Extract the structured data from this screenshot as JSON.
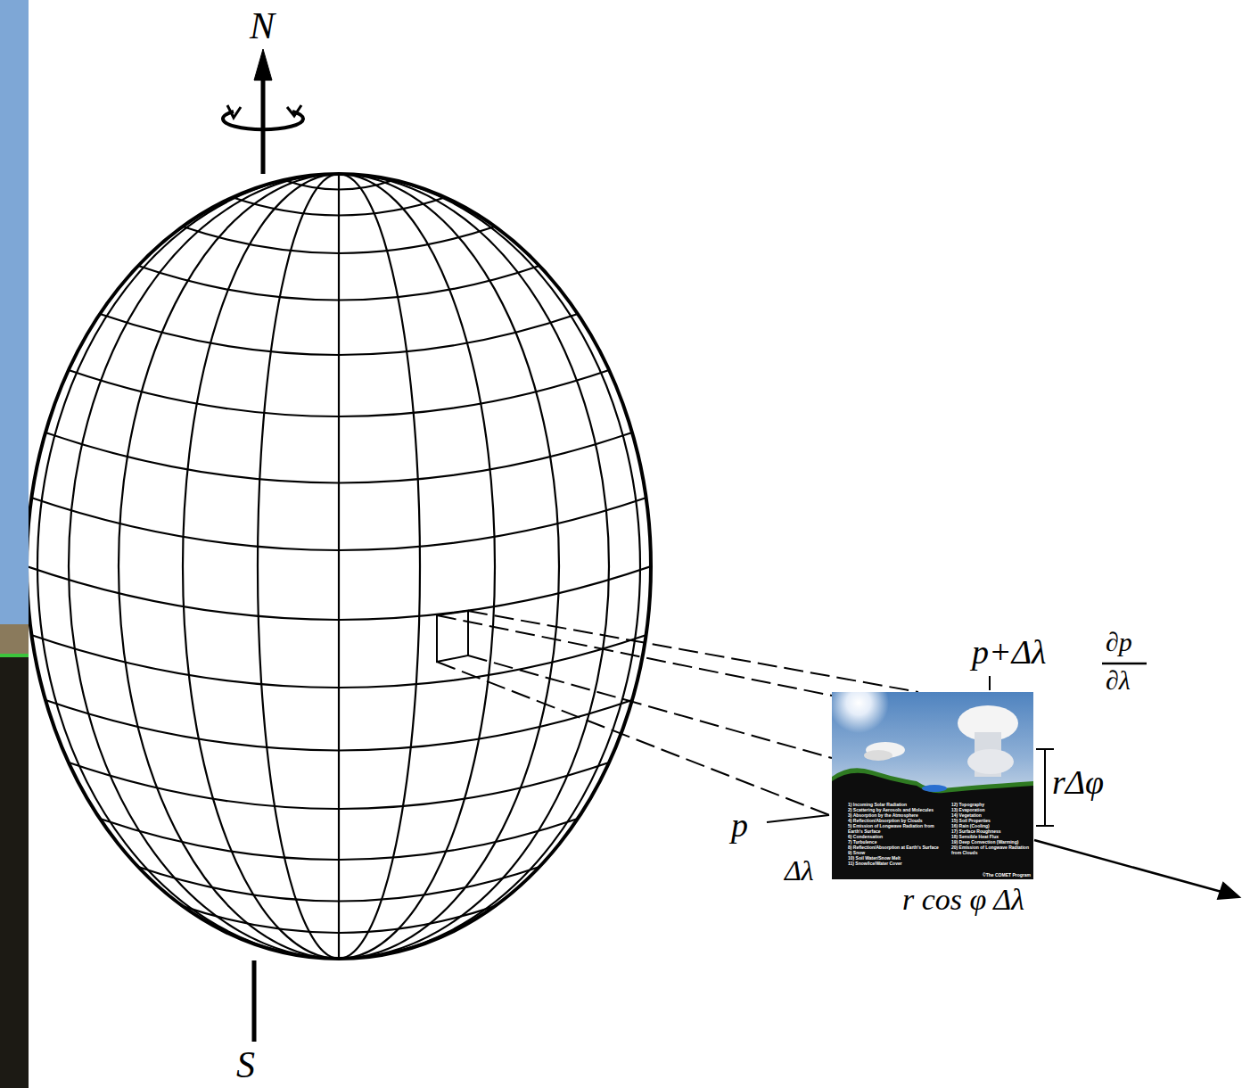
{
  "diagram": {
    "labels": [
      "N",
      "p+Δλ",
      "∂p",
      "∂λ",
      "rΔφ",
      "p",
      "Δλ",
      "r cos φ Δλ",
      "S",
      "1) Incoming Solar Radiation",
      "2) Scattering by Aerosols and Molecules",
      "3) Absorption by the Atmosphere",
      "4) Reflection/Absorption by Clouds",
      "5) Emission of Longwave Radiation from Earth's Surface",
      "6) Condensation",
      "7) Turbulence",
      "8) Reflection/Absorption at Earth's Surface",
      "9) Snow",
      "10) Soil Water/Snow Melt",
      "11) Snow/Ice/Water Cover",
      "12) Topography",
      "13) Evaporation",
      "14) Vegetation",
      "15) Soil Properties",
      "16) Rain (Cooling)",
      "17) Surface Roughness",
      "18) Sensible Heat Flux",
      "19) Deep Convection (Warming)",
      "20) Emission of Longwave Radiation from Clouds",
      "©The COMET Program"
    ]
  }
}
